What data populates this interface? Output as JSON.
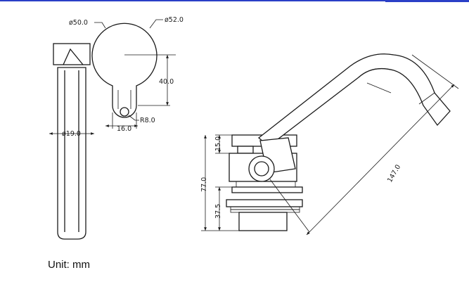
{
  "header": {
    "accent_color": "#2a3fc7"
  },
  "dimensions": {
    "pipe_diameter_outer": "ø50.0",
    "body_diameter": "ø52.0",
    "radius_offset": "40.0",
    "tab_radius": "R8.0",
    "tab_width": "16.0",
    "spout_diameter": "ø19.0",
    "collar_height": "15.0",
    "total_height": "77.0",
    "base_height": "37.5",
    "spout_length": "147.0"
  },
  "footer": {
    "unit_label": "Unit: mm"
  },
  "icons": [
    "faucet-drawing-top-view",
    "faucet-drawing-side-view"
  ]
}
